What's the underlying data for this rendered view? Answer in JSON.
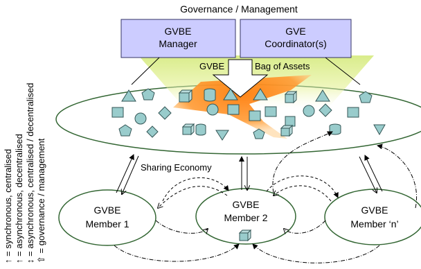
{
  "diagram": {
    "top_label": "Governance / Management",
    "manager_box": {
      "line1": "GVBE",
      "line2": "Manager"
    },
    "coordinator_box": {
      "line1": "GVE",
      "line2": "Coordinator(s)"
    },
    "bag_label_left": "GVBE",
    "bag_label_right": "Bag of Assets",
    "sharing_label": "Sharing Economy",
    "members": [
      {
        "line1": "GVBE",
        "line2": "Member 1"
      },
      {
        "line1": "GVBE",
        "line2": "Member 2"
      },
      {
        "line1": "GVBE",
        "line2": "Member ‘n’"
      }
    ],
    "legend": [
      {
        "symbol": "↑ =",
        "text": "synchronous, centralised"
      },
      {
        "symbol": "↑ =",
        "text": "asynchronous, decentralised"
      },
      {
        "symbol": "↕ =",
        "text": "asynchronous, centralised / decentralised"
      },
      {
        "symbol": "⇧ =",
        "text": "governance / management"
      }
    ]
  },
  "colors": {
    "box_fill": "#ccccff",
    "box_stroke": "#333366",
    "shape_fill": "#99cccc",
    "orange": "#ff8800",
    "funnel_green": "#eef6a8",
    "ellipse_stroke": "#336633"
  }
}
